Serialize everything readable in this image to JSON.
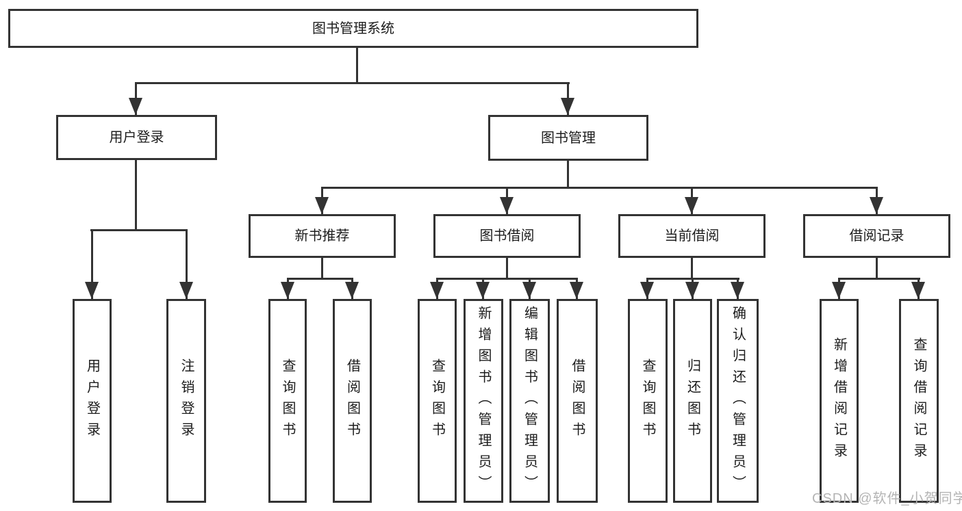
{
  "diagram": {
    "type": "hierarchy-diagram",
    "title": "图书管理系统",
    "watermark": "CSDN @软件_小贺同学",
    "colors": {
      "line": "#333333",
      "text": "#1c1c1c",
      "watermark": "#b4b4b4",
      "background": "#ffffff"
    },
    "nodes": {
      "root": {
        "label": "图书管理系统",
        "children": [
          "user_login",
          "book_management"
        ]
      },
      "user_login": {
        "label": "用户登录",
        "children": [
          "login",
          "logout"
        ]
      },
      "book_management": {
        "label": "图书管理",
        "children": [
          "new_book_recommend",
          "book_borrow",
          "current_borrow",
          "borrow_records"
        ]
      },
      "login": {
        "label": "用户登录"
      },
      "logout": {
        "label": "注销登录"
      },
      "new_book_recommend": {
        "label": "新书推荐",
        "children": [
          "nbr_query_books",
          "nbr_borrow_books"
        ]
      },
      "book_borrow": {
        "label": "图书借阅",
        "children": [
          "bb_query_books",
          "bb_add_books",
          "bb_edit_books",
          "bb_borrow_books"
        ]
      },
      "current_borrow": {
        "label": "当前借阅",
        "children": [
          "cb_query_books",
          "cb_return_books",
          "cb_confirm_return"
        ]
      },
      "borrow_records": {
        "label": "借阅记录",
        "children": [
          "br_add_record",
          "br_query_record"
        ]
      },
      "nbr_query_books": {
        "label": "查询图书"
      },
      "nbr_borrow_books": {
        "label": "借阅图书"
      },
      "bb_query_books": {
        "label": "查询图书"
      },
      "bb_add_books": {
        "label": "新增图书（管理员）"
      },
      "bb_edit_books": {
        "label": "编辑图书（管理员）"
      },
      "bb_borrow_books": {
        "label": "借阅图书"
      },
      "cb_query_books": {
        "label": "查询图书"
      },
      "cb_return_books": {
        "label": "归还图书"
      },
      "cb_confirm_return": {
        "label": "确认归还（管理员）"
      },
      "br_add_record": {
        "label": "新增借阅记录"
      },
      "br_query_record": {
        "label": "查询借阅记录"
      }
    }
  }
}
